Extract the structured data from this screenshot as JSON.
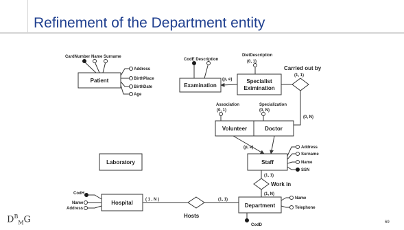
{
  "title": "Refinement of the Department entity",
  "page_number": "69",
  "logo_text": "DBG",
  "entities": {
    "patient": "Patient",
    "examination": "Examination",
    "specialist_examination": "Specialist Eximination",
    "volunteer": "Volunteer",
    "doctor": "Doctor",
    "laboratory": "Laboratory",
    "staff": "Staff",
    "hospital": "Hospital",
    "department": "Department"
  },
  "relationships": {
    "carried_out_by": "Carried out by",
    "work_in": "Work in",
    "hosts": "Hosts"
  },
  "attributes": {
    "patient_ids": "CardNumber Name Surname",
    "patient_address": "Address",
    "patient_birthplace": "BirthPlace",
    "patient_birthdate": "BirthDate",
    "patient_age": "Age",
    "exam_ids": "CodE Description",
    "diet_description": "DietDescription",
    "association": "Association",
    "specialization": "Specialization",
    "staff_address": "Address",
    "staff_surname": "Surname",
    "staff_name": "Name",
    "staff_ssn": "SSN",
    "hospital_codh": "CodH",
    "hospital_name": "Name",
    "hospital_address": "Address",
    "dept_name": "Name",
    "dept_telephone": "Telephone",
    "dept_codd": "CodD"
  },
  "cardinalities": {
    "diet_desc": "(0, 1)",
    "association": "(0, 1)",
    "specialization": "(0, N)",
    "carried_spec": "(1, 1)",
    "carried_doctor": "(0, N)",
    "gen_exam": "(p, e)",
    "gen_staff": "(p, e)",
    "workin_staff": "(1, 1)",
    "workin_dept": "(1, N)",
    "hosts_hospital": "( 1 , N )",
    "hosts_dept": "(1, 1)"
  },
  "colors": {
    "title": "#1f3f8f",
    "line": "#333333",
    "rule": "#d4d4d4"
  }
}
